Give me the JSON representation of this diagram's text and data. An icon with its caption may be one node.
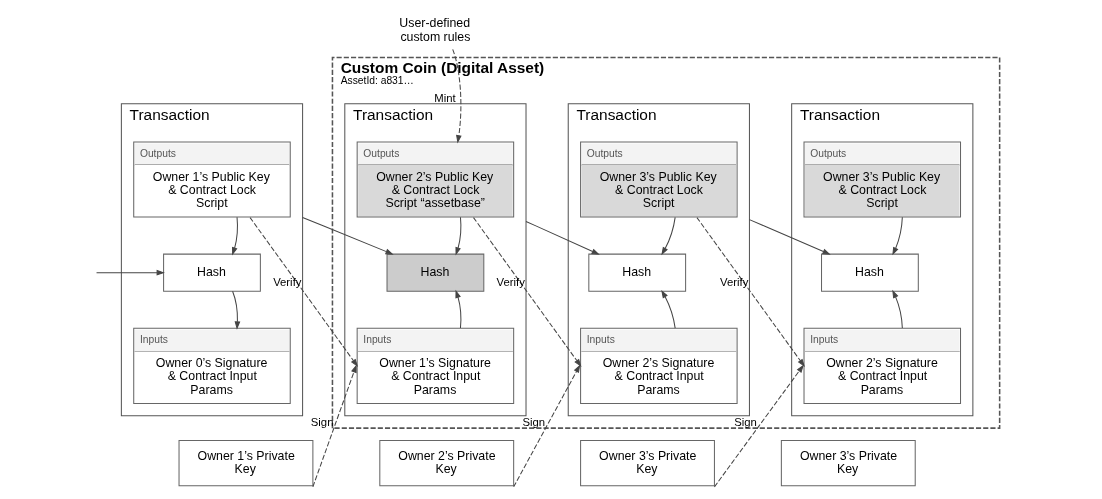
{
  "diagram": {
    "nodes": [
      {
        "text": [
          "User-defined custom rules"
        ]
      },
      {
        "text": [
          "Custom Coin (Digital Asset)",
          "AssetId: a831…"
        ]
      },
      {
        "text": [
          "Transaction"
        ]
      },
      {
        "text": [
          "Outputs",
          "Owner 1’s Public Key & Contract Lock Script"
        ],
        "in": 2
      },
      {
        "text": [
          "Hash"
        ],
        "in": 2
      },
      {
        "text": [
          "Inputs",
          "Owner 0’s Signature & Contract Input Params"
        ],
        "in": 2
      },
      {
        "text": [
          "Transaction"
        ],
        "in": 1
      },
      {
        "text": [
          "Outputs",
          "Owner 2’s Public Key & Contract Lock Script “assetbase”"
        ],
        "in": 6
      },
      {
        "text": [
          "Hash"
        ],
        "in": 6
      },
      {
        "text": [
          "Inputs",
          "Owner 1’s Signature & Contract Input Params"
        ],
        "in": 6
      },
      {
        "text": [
          "Transaction"
        ],
        "in": 1
      },
      {
        "text": [
          "Outputs",
          "Owner 3’s Public Key & Contract Lock Script"
        ],
        "in": 10
      },
      {
        "text": [
          "Hash"
        ],
        "in": 10
      },
      {
        "text": [
          "Inputs",
          "Owner 2’s Signature & Contract Input Params"
        ],
        "in": 10
      },
      {
        "text": [
          "Transaction"
        ],
        "in": 1
      },
      {
        "text": [
          "Outputs",
          "Owner 3’s Public Key & Contract Lock Script"
        ],
        "in": 14
      },
      {
        "text": [
          "Hash"
        ],
        "in": 14
      },
      {
        "text": [
          "Inputs",
          "Owner 2’s Signature & Contract Input Params"
        ],
        "in": 14
      },
      {
        "text": [
          "Owner 1’s Private Key"
        ]
      },
      {
        "text": [
          "Owner 2’s Private Key"
        ]
      },
      {
        "text": [
          "Owner 3’s Private Key"
        ]
      },
      {
        "text": [
          "Owner 3’s Private Key"
        ]
      }
    ],
    "edges": [
      {
        "from": null,
        "to": 4,
        "arrow": "to"
      },
      {
        "from": 3,
        "to": 4,
        "arrow": "to"
      },
      {
        "from": 4,
        "to": 5,
        "arrow": "to"
      },
      {
        "from": 2,
        "to": 8,
        "arrow": "to"
      },
      {
        "from": 7,
        "to": 8,
        "arrow": "to"
      },
      {
        "from": 9,
        "to": 8,
        "arrow": "to"
      },
      {
        "from": 6,
        "to": 12,
        "arrow": "to"
      },
      {
        "from": 11,
        "to": 12,
        "arrow": "to"
      },
      {
        "from": 13,
        "to": 12,
        "arrow": "to"
      },
      {
        "from": 10,
        "to": 16,
        "arrow": "to"
      },
      {
        "from": 15,
        "to": 16,
        "arrow": "to"
      },
      {
        "from": 17,
        "to": 16,
        "arrow": "to"
      },
      {
        "from": 0,
        "to": 7,
        "arrow": "to",
        "label": "Mint",
        "style": "dashed"
      },
      {
        "from": 3,
        "to": 9,
        "arrow": "to",
        "label": "Verify",
        "style": "dashed"
      },
      {
        "from": 7,
        "to": 13,
        "arrow": "to",
        "label": "Verify",
        "style": "dashed"
      },
      {
        "from": 11,
        "to": 17,
        "arrow": "to",
        "label": "Verify",
        "style": "dashed"
      },
      {
        "from": 18,
        "to": 9,
        "arrow": "to",
        "label": "Sign",
        "style": "dashed"
      },
      {
        "from": 19,
        "to": 13,
        "arrow": "to",
        "label": "Sign",
        "style": "dashed"
      },
      {
        "from": 20,
        "to": 17,
        "arrow": "to",
        "label": "Sign",
        "style": "dashed"
      }
    ]
  }
}
